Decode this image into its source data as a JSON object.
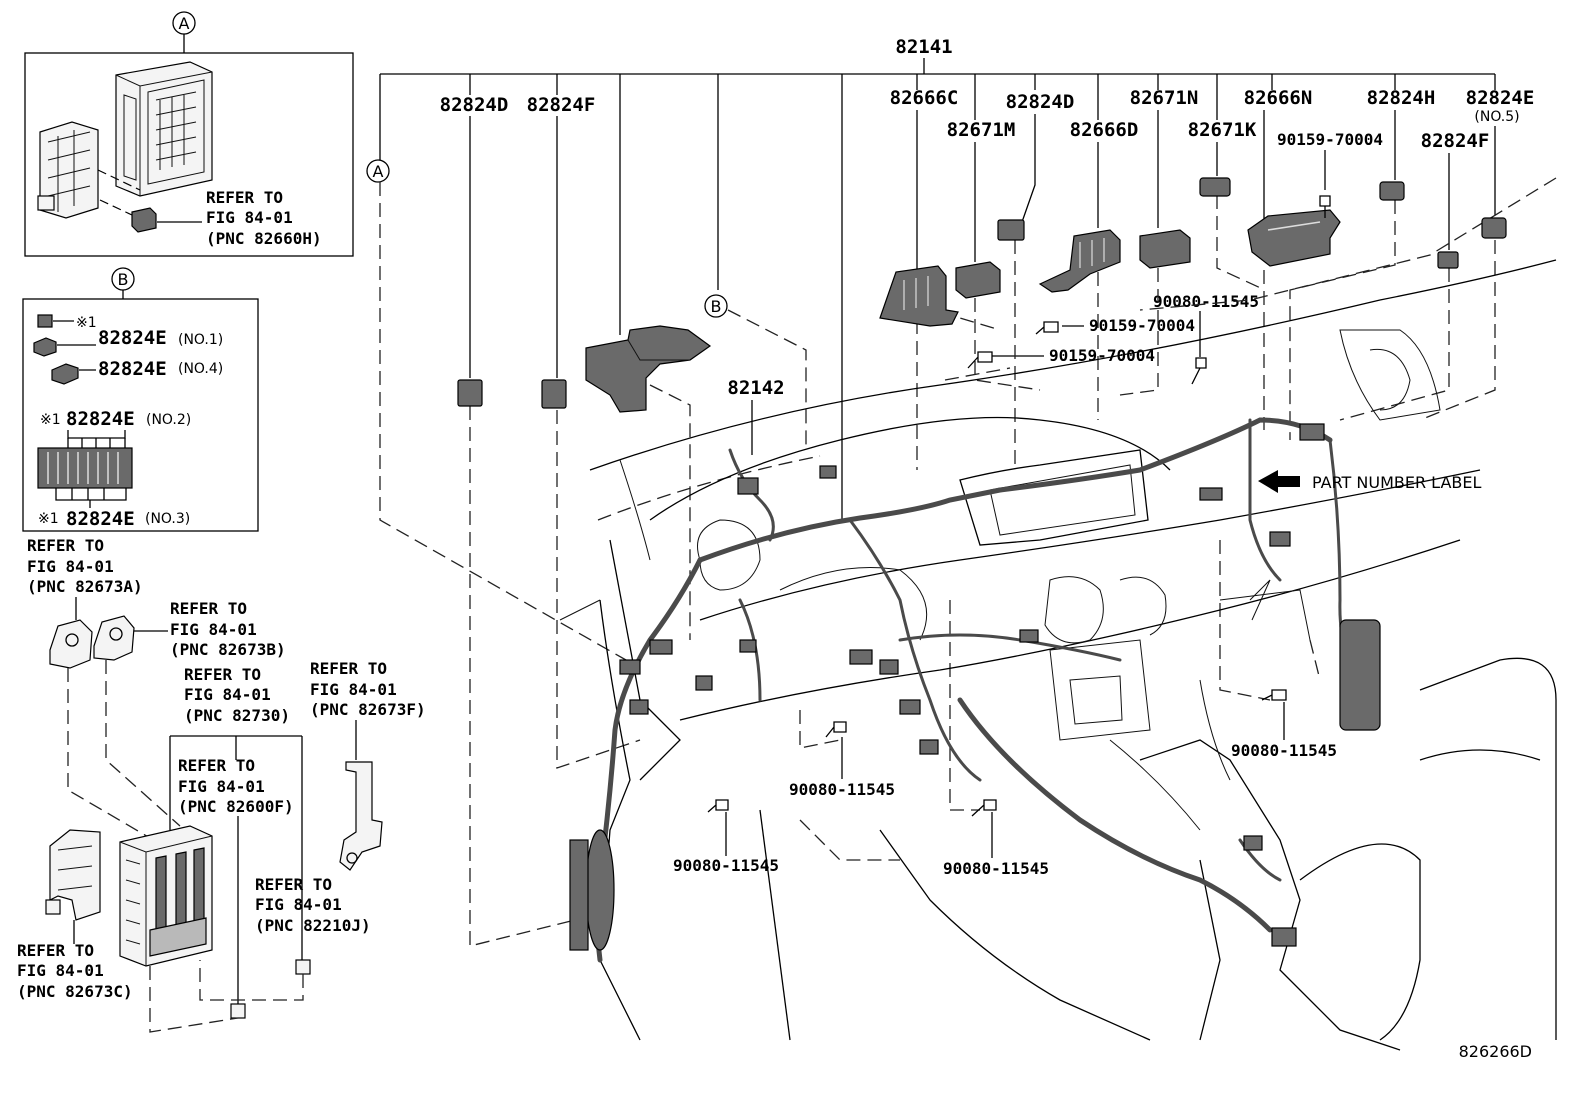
{
  "insets": {
    "a": {
      "badge": "A",
      "refer": [
        "REFER TO",
        "FIG 84-01",
        "(PNC 82660H)"
      ]
    },
    "b": {
      "badge": "B",
      "mark": "※1",
      "items": [
        {
          "part": "82824E",
          "note": "(NO.1)"
        },
        {
          "part": "82824E",
          "note": "(NO.4)"
        },
        {
          "mark": "※1",
          "part": "82824E",
          "note": "(NO.2)"
        },
        {
          "mark": "※1",
          "part": "82824E",
          "note": "(NO.3)"
        }
      ]
    }
  },
  "callouts": {
    "main_harness": "82141",
    "sub_harness": "82142",
    "badge_a": "A",
    "badge_b": "B",
    "p82824D_left": "82824D",
    "p82824F_left": "82824F",
    "p82666C": "82666C",
    "p82671M": "82671M",
    "p82824D_right": "82824D",
    "p82666D": "82666D",
    "p82671N": "82671N",
    "p82671K": "82671K",
    "p82666N": "82666N",
    "p90159_top": "90159-70004",
    "p82824H": "82824H",
    "p82824E": "82824E",
    "p82824E_note": "(NO.5)",
    "p82824F_right": "82824F",
    "p90080_a": "90080-11545",
    "p90159_b": "90159-70004",
    "p90159_c": "90159-70004",
    "p90080_b": "90080-11545",
    "p90080_c": "90080-11545",
    "p90080_d": "90080-11545",
    "p90080_e": "90080-11545"
  },
  "part_number_label": "PART NUMBER LABEL",
  "refers": {
    "r82673A": [
      "REFER TO",
      "FIG 84-01",
      "(PNC 82673A)"
    ],
    "r82673B": [
      "REFER TO",
      "FIG 84-01",
      "(PNC 82673B)"
    ],
    "r82730": [
      "REFER TO",
      "FIG 84-01",
      "(PNC 82730)"
    ],
    "r82673F": [
      "REFER TO",
      "FIG 84-01",
      "(PNC 82673F)"
    ],
    "r82600F": [
      "REFER TO",
      "FIG 84-01",
      "(PNC 82600F)"
    ],
    "r82210J": [
      "REFER TO",
      "FIG 84-01",
      "(PNC 82210J)"
    ],
    "r82673C": [
      "REFER TO",
      "FIG 84-01",
      "(PNC 82673C)"
    ]
  },
  "figure_id": "826266D"
}
